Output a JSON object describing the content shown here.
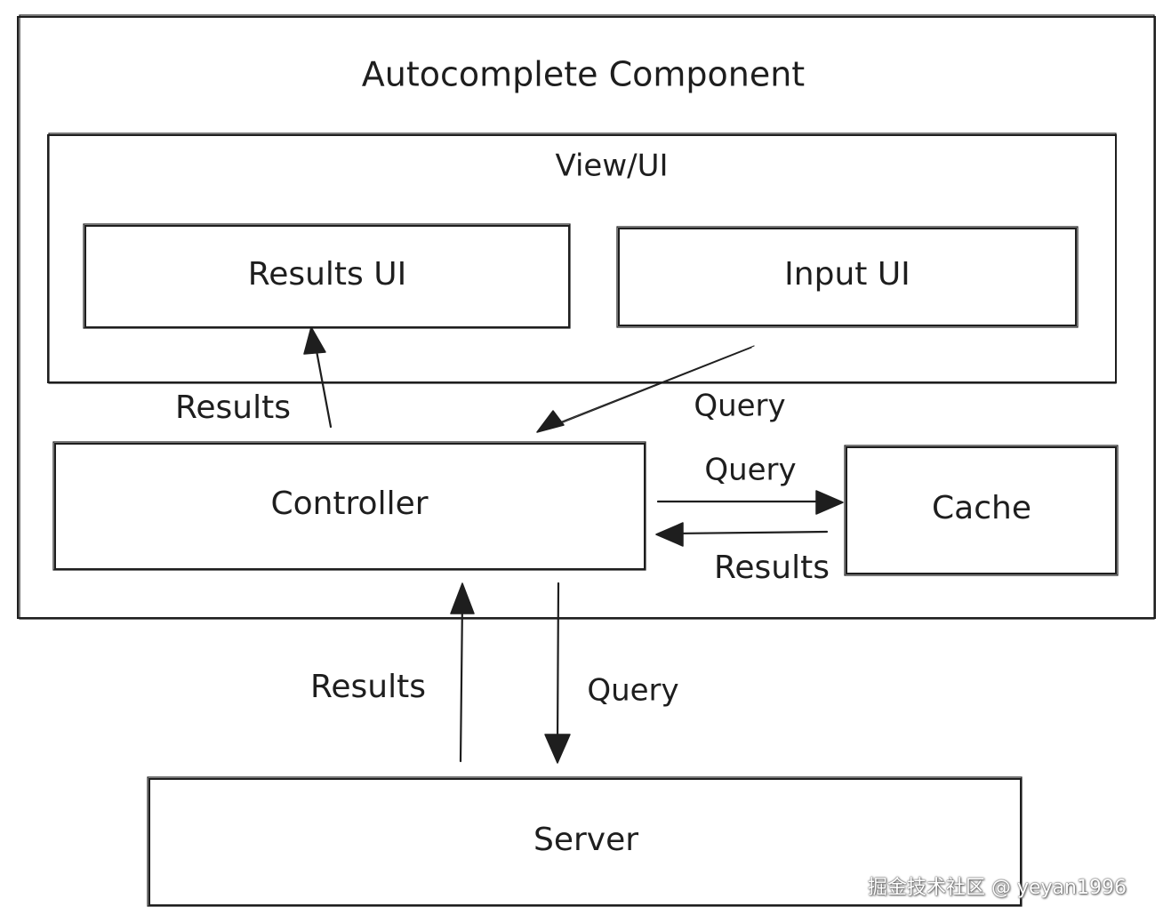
{
  "diagram": {
    "outer_title": "Autocomplete Component",
    "view_title": "View/UI",
    "results_ui": "Results UI",
    "input_ui": "Input UI",
    "controller": "Controller",
    "cache": "Cache",
    "server": "Server",
    "edges": {
      "controller_to_results_ui": "Results",
      "input_ui_to_controller": "Query",
      "controller_to_cache": "Query",
      "cache_to_controller": "Results",
      "server_to_controller": "Results",
      "controller_to_server": "Query"
    }
  },
  "watermark": "掘金技术社区 @ yeyan1996",
  "colors": {
    "stroke": "#1e1e1e",
    "background": "#ffffff"
  }
}
